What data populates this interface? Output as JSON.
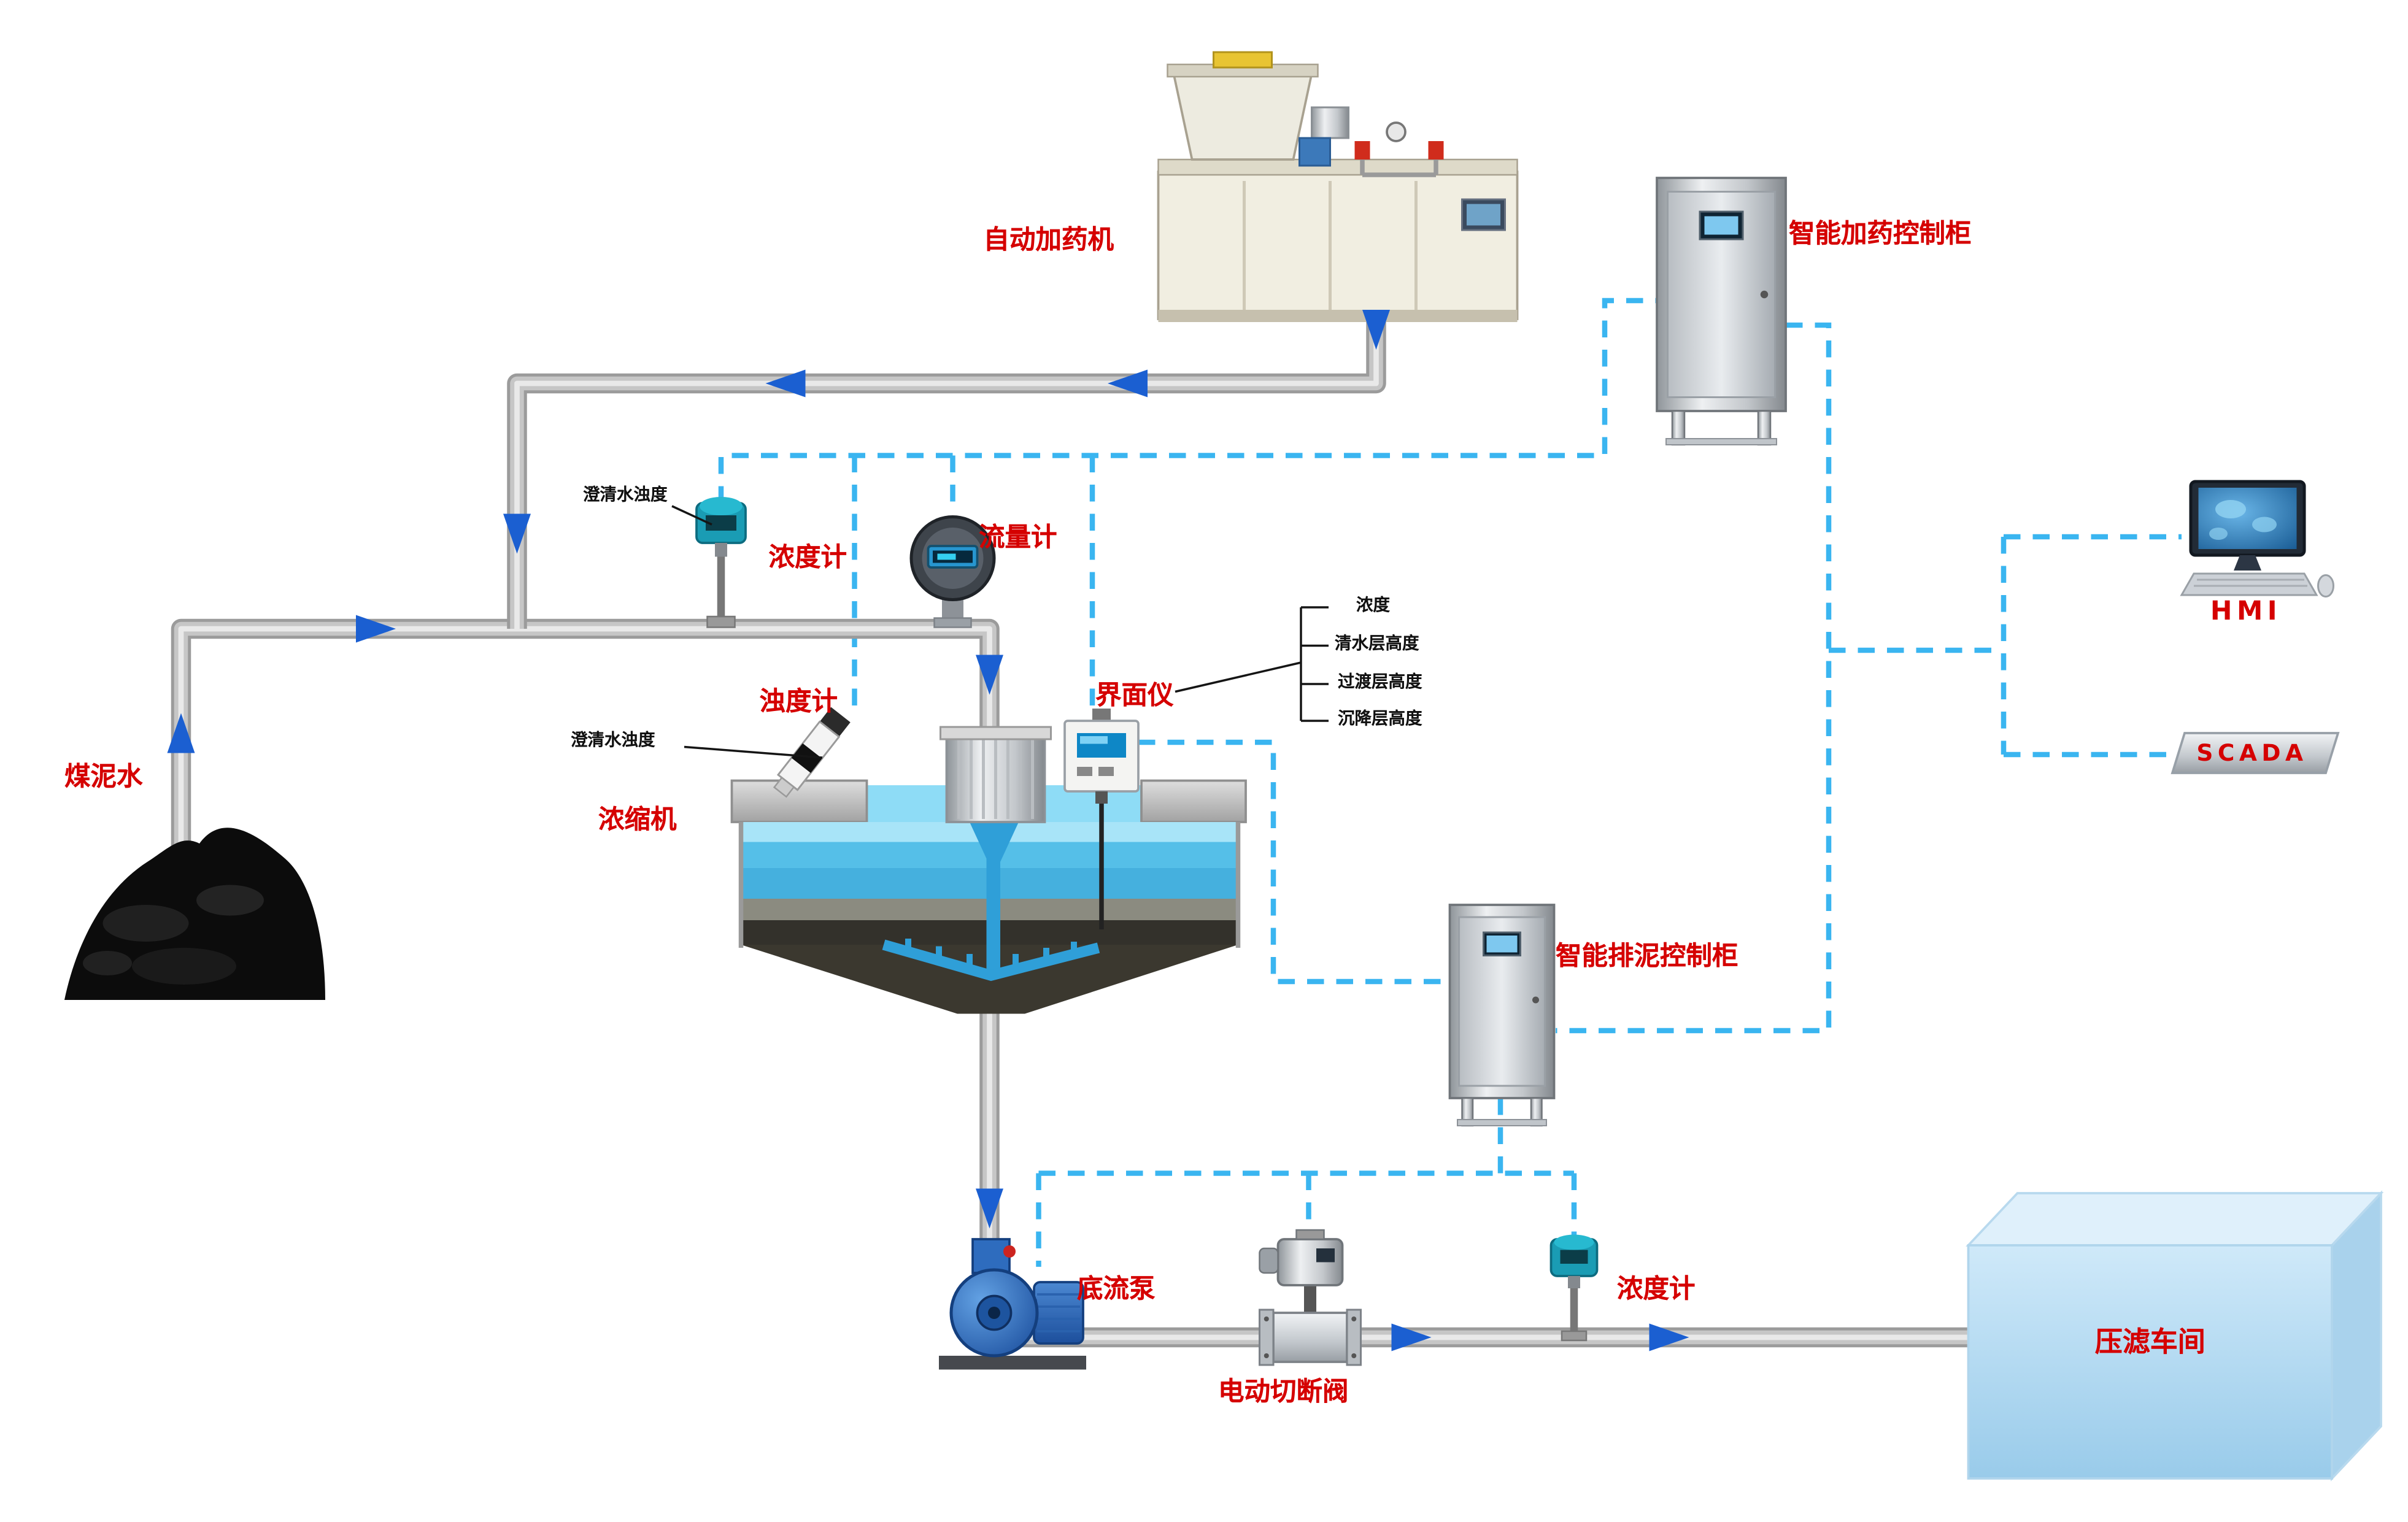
{
  "labels": {
    "coal_slurry": "煤泥水",
    "thickener": "浓缩机",
    "turbidity_meter": "浊度计",
    "concentration_meter_top": "浓度计",
    "flow_meter": "流量计",
    "interface_meter": "界面仪",
    "dosing_machine": "自动加药机",
    "dosing_cabinet": "智能加药控制柜",
    "mud_cabinet": "智能排泥控制柜",
    "hmi": "HMI",
    "scada": "SCADA",
    "underflow_pump": "底流泵",
    "cutoff_valve": "电动切断阀",
    "concentration_meter_bottom": "浓度计",
    "filter_press_workshop": "压滤车间",
    "clarified_water_turbidity_1": "澄清水浊度",
    "clarified_water_turbidity_2": "澄清水浊度"
  },
  "interface_params": [
    "浓度",
    "清水层高度",
    "过渡层高度",
    "沉降层高度"
  ],
  "colors": {
    "label_red": "#d50000",
    "signal_dashed_blue": "#3ab5f0",
    "flow_arrow_blue": "#1b5fd1",
    "water_blue": "#55bfe8",
    "cabinet_silver": "#c3c7cb",
    "filter_press_box_blue": "#b4dcf3"
  }
}
